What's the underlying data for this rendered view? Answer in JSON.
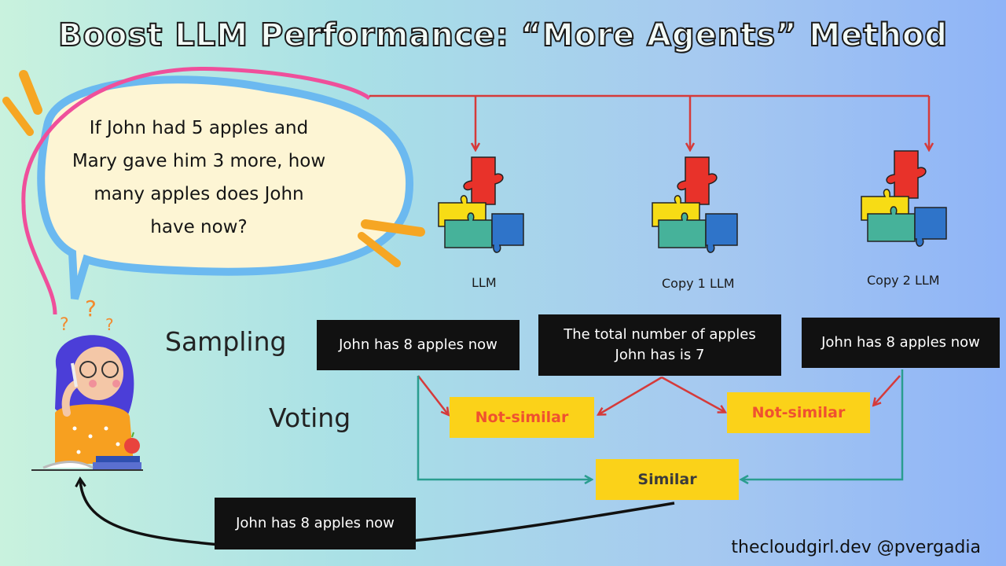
{
  "title": "Boost LLM Performance: “More Agents” Method",
  "question": "If John had 5 apples and Mary gave him 3 more, how many apples does John have now?",
  "models": [
    {
      "label": "LLM"
    },
    {
      "label": "Copy 1 LLM"
    },
    {
      "label": "Copy 2 LLM"
    }
  ],
  "stages": {
    "sampling": "Sampling",
    "voting": "Voting"
  },
  "samples": [
    "John has 8 apples now",
    "The total number of apples John has is 7",
    "John has 8 apples now"
  ],
  "votes": {
    "not_similar_left": "Not-similar",
    "not_similar_right": "Not-similar",
    "similar": "Similar"
  },
  "final_answer": "John has 8 apples now",
  "credit": "thecloudgirl.dev @pvergadia",
  "colors": {
    "puzzle_red": "#e8322a",
    "puzzle_yellow": "#f7dc15",
    "puzzle_teal": "#46b29a",
    "puzzle_blue": "#2f74c9",
    "arrow_red": "#d53a3a",
    "arrow_teal": "#2a9d8f",
    "box_yellow": "#fbd219"
  },
  "icons": [
    "speech-bubble",
    "puzzle-icon",
    "thinking-girl-illustration",
    "apple-icon",
    "books-icon"
  ]
}
